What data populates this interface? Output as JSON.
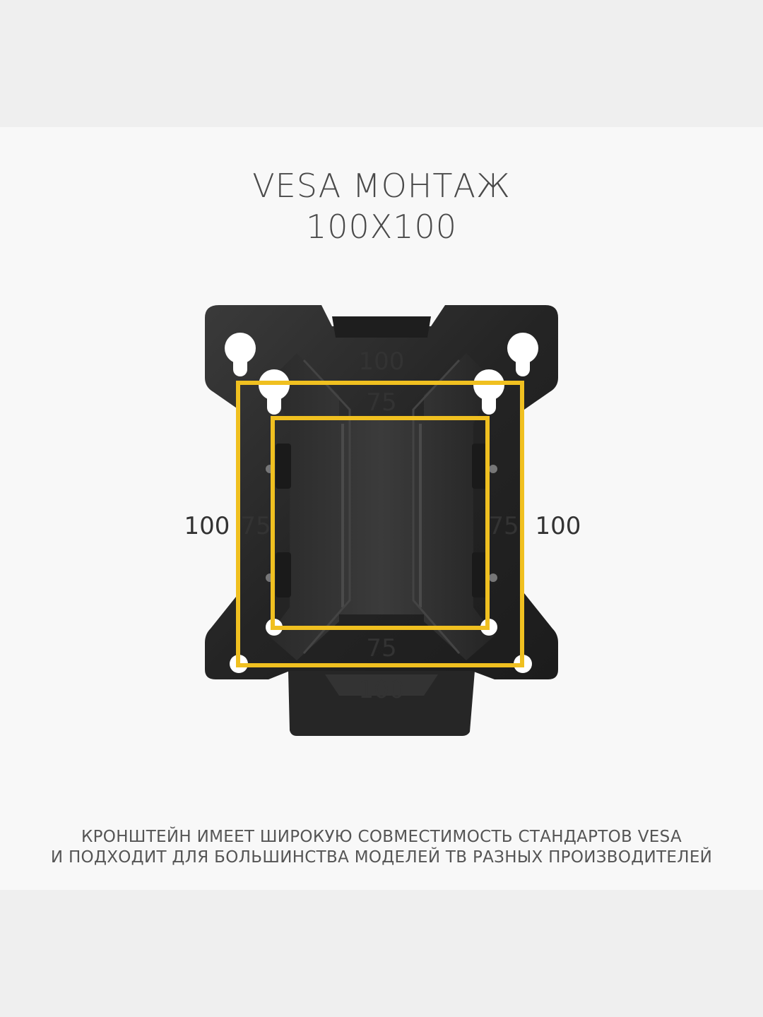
{
  "title": {
    "line1": "VESA МОНТАЖ",
    "line2": "100Х100"
  },
  "dimensions": {
    "outer_top": "100",
    "inner_top": "75",
    "outer_left": "100",
    "inner_left": "75",
    "inner_right": "75",
    "outer_right": "100",
    "inner_bottom": "75",
    "outer_bottom": "100"
  },
  "caption": {
    "line1": "КРОНШТЕЙН ИМЕЕТ ШИРОКУЮ СОВМЕСТИМОСТЬ СТАНДАРТОВ VESA",
    "line2": "И ПОДХОДИТ ДЛЯ БОЛЬШИНСТВА МОДЕЛЕЙ ТВ РАЗНЫХ ПРОИЗВОДИТЕЛЕЙ"
  },
  "colors": {
    "accent": "#f0c020",
    "bracket": "#2b2b2b",
    "text": "#4a4a4a"
  }
}
